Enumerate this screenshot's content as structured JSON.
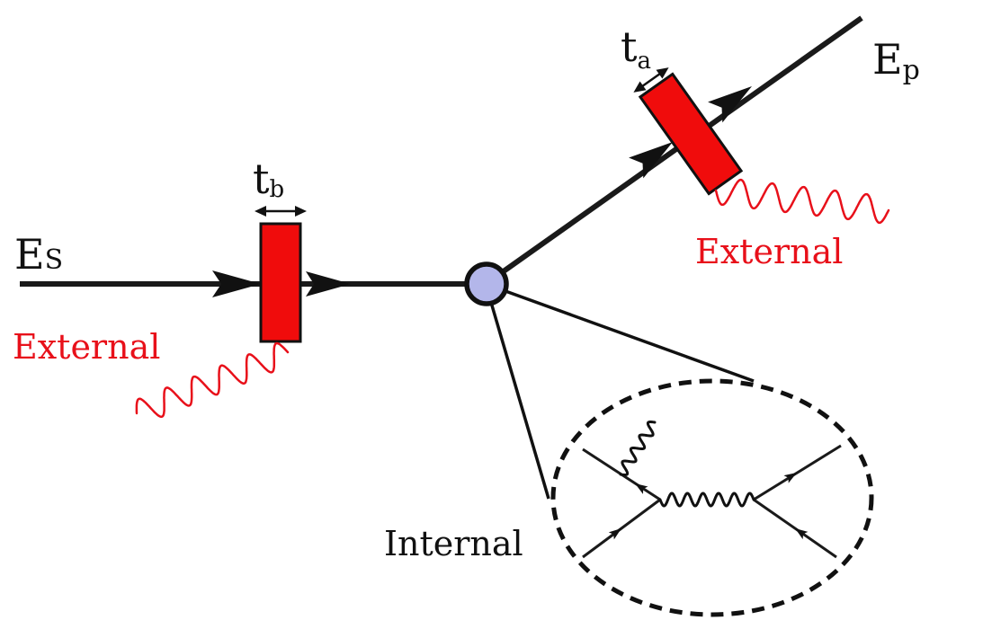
{
  "labels": {
    "incoming_main": "E",
    "incoming_sub": "S",
    "outgoing_main": "E",
    "outgoing_sub": "p",
    "thickness_before_main": "t",
    "thickness_before_sub": "b",
    "thickness_after_main": "t",
    "thickness_after_sub": "a",
    "external_before": "External",
    "external_after": "External",
    "internal": "Internal"
  },
  "colors": {
    "line": "#1a1a1a",
    "target_fill": "#f00c0c",
    "target_stroke": "#111111",
    "external_text": "#e8101a",
    "photon_wave": "#e8101a",
    "vertex_fill": "#b3b6ea",
    "internal_text": "#111111"
  },
  "icons": {
    "vertex": "interaction-vertex-circle",
    "photon": "wavy-photon-line",
    "arrow": "filled-arrowhead"
  }
}
